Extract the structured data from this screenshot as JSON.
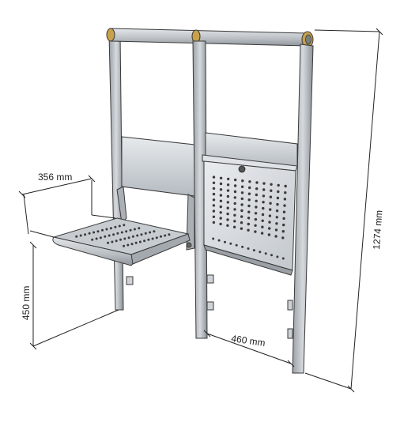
{
  "dimensions": {
    "seat_depth": "356 mm",
    "seat_height": "450 mm",
    "seat_width": "460 mm",
    "total_height": "1274 mm"
  },
  "colors": {
    "steel": "#c8ccd0",
    "steel_dark": "#8f959b",
    "outline": "#3a3a3a",
    "cap": "#c9a14a",
    "panel": "#dfe3e7",
    "hole": "#3a3a3a"
  }
}
